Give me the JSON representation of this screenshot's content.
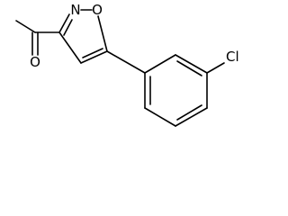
{
  "molecule": {
    "atoms": {
      "nitrogen": "N",
      "oxygen_ring": "O",
      "oxygen_carbonyl": "O",
      "chlorine": "Cl"
    },
    "colors": {
      "bond": "#000000",
      "label": "#000000",
      "background": "#ffffff"
    }
  }
}
